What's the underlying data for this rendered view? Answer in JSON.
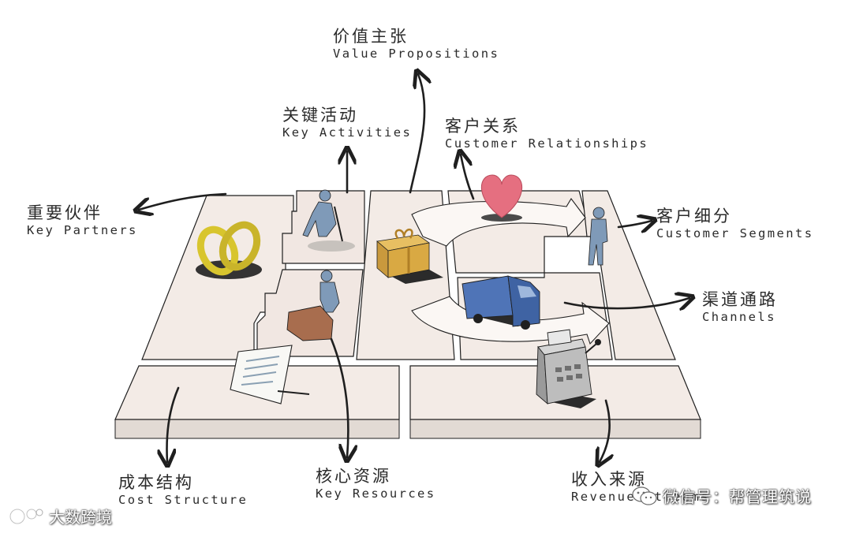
{
  "diagram": {
    "blocks": {
      "value_propositions": {
        "cn": "价值主张",
        "en": "Value Propositions"
      },
      "key_activities": {
        "cn": "关键活动",
        "en": "Key Activities"
      },
      "customer_relationships": {
        "cn": "客户关系",
        "en": "Customer Relationships"
      },
      "key_partners": {
        "cn": "重要伙伴",
        "en": "Key Partners"
      },
      "customer_segments": {
        "cn": "客户细分",
        "en": "Customer Segments"
      },
      "channels": {
        "cn": "渠道通路",
        "en": "Channels"
      },
      "cost_structure": {
        "cn": "成本结构",
        "en": "Cost Structure"
      },
      "key_resources": {
        "cn": "核心资源",
        "en": "Key Resources"
      },
      "revenue_streams": {
        "cn": "收入来源",
        "en": "Revenue Streams"
      }
    }
  },
  "watermarks": {
    "left": "大数跨境",
    "right": "微信号：帮管理筑说"
  },
  "colors": {
    "board": "#f3ebe6",
    "board_edge": "#dcd3cd",
    "line": "#1f1f1f",
    "ring": "#d8c52e",
    "heart": "#e56f80",
    "truck": "#4f74b7",
    "gift": "#d9a943",
    "figure": "#7f9ab8"
  }
}
